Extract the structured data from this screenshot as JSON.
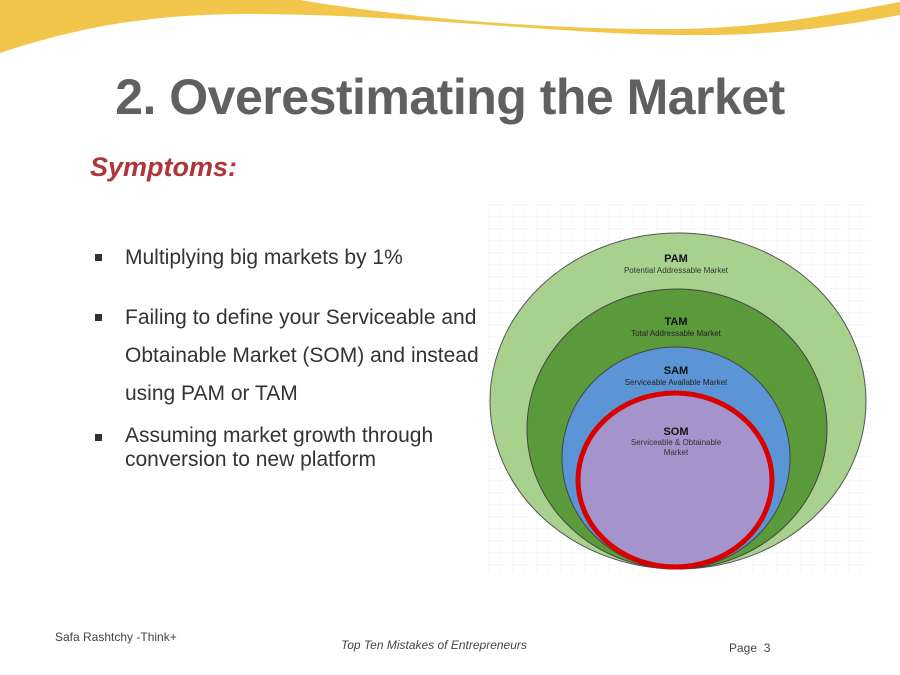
{
  "title": "2. Overestimating the Market",
  "subtitle": "Symptoms:",
  "bullets": [
    "Multiplying big markets by 1%",
    "Failing to define your Serviceable and Obtainable Market (SOM) and instead using PAM or TAM",
    "Assuming market growth through conversion to new platform"
  ],
  "diagram": {
    "pam": {
      "abbr": "PAM",
      "label": "Potential Addressable Market",
      "color": "#A9D18E"
    },
    "tam": {
      "abbr": "TAM",
      "label": "Total Addressable Market",
      "color": "#5A9A3B"
    },
    "sam": {
      "abbr": "SAM",
      "label": "Serviceable Available Market",
      "color": "#5B95D6"
    },
    "som": {
      "abbr": "SOM",
      "label_line1": "Serviceable & Obtainable",
      "label_line2": "Market",
      "color": "#A594CB",
      "highlight": "#D90000"
    }
  },
  "footer": {
    "author": "Safa Rashtchy -Think+",
    "center": "Top Ten Mistakes of Entrepreneurs",
    "page_label": "Page",
    "page_number": "3"
  },
  "colors": {
    "accent_wave": "#F2C54B",
    "title": "#606060",
    "subtitle": "#B0353A"
  }
}
